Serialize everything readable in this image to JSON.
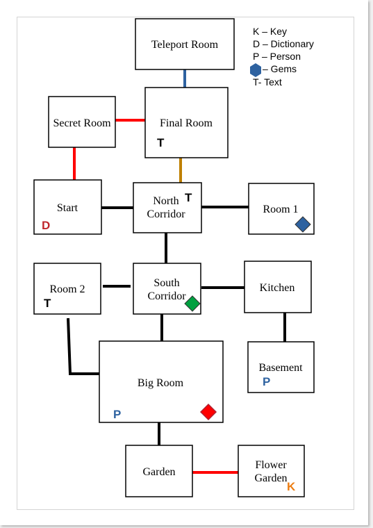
{
  "colors": {
    "red": "#ff0000",
    "blue": "#2e62a0",
    "brown": "#bf8000",
    "black": "#000000",
    "mark_red": "#c0272d",
    "mark_blue": "#2e62a0",
    "mark_orange": "#ed7d12",
    "gem_green": "#00a040",
    "gem_red": "#ff0000"
  },
  "legend": {
    "key": "K – Key",
    "dictionary": "D – Dictionary",
    "person": "P – Person",
    "gems": "– Gems",
    "text": "T- Text"
  },
  "rooms": [
    {
      "id": "teleport-room",
      "lines": [
        "Teleport Room"
      ]
    },
    {
      "id": "final-room",
      "lines": [
        "Final Room"
      ]
    },
    {
      "id": "secret-room",
      "lines": [
        "Secret Room"
      ]
    },
    {
      "id": "start",
      "lines": [
        "Start"
      ]
    },
    {
      "id": "north-corridor",
      "lines": [
        "North",
        "Corridor"
      ]
    },
    {
      "id": "room-1",
      "lines": [
        "Room  1"
      ]
    },
    {
      "id": "room-2",
      "lines": [
        "Room  2"
      ]
    },
    {
      "id": "south-corridor",
      "lines": [
        "South",
        "Corridor"
      ]
    },
    {
      "id": "kitchen",
      "lines": [
        "Kitchen"
      ]
    },
    {
      "id": "basement",
      "lines": [
        "Basement"
      ]
    },
    {
      "id": "big-room",
      "lines": [
        "Big Room"
      ]
    },
    {
      "id": "garden",
      "lines": [
        "Garden"
      ]
    },
    {
      "id": "flower-garden",
      "lines": [
        "Flower",
        "Garden"
      ]
    }
  ],
  "connections": [
    {
      "from": "teleport-room",
      "to": "final-room",
      "color": "blue"
    },
    {
      "from": "secret-room",
      "to": "final-room",
      "color": "red"
    },
    {
      "from": "secret-room",
      "to": "start",
      "color": "red"
    },
    {
      "from": "final-room",
      "to": "north-corridor",
      "color": "brown"
    },
    {
      "from": "start",
      "to": "north-corridor",
      "color": "black"
    },
    {
      "from": "north-corridor",
      "to": "room-1",
      "color": "black"
    },
    {
      "from": "north-corridor",
      "to": "south-corridor",
      "color": "black"
    },
    {
      "from": "room-2",
      "to": "south-corridor",
      "color": "black"
    },
    {
      "from": "south-corridor",
      "to": "kitchen",
      "color": "black"
    },
    {
      "from": "kitchen",
      "to": "basement",
      "color": "black"
    },
    {
      "from": "south-corridor",
      "to": "big-room",
      "color": "black"
    },
    {
      "from": "room-2",
      "to": "big-room",
      "color": "black"
    },
    {
      "from": "big-room",
      "to": "garden",
      "color": "black"
    },
    {
      "from": "garden",
      "to": "flower-garden",
      "color": "red"
    }
  ],
  "items": [
    {
      "room": "final-room",
      "label": "T",
      "color": "black"
    },
    {
      "room": "north-corridor",
      "label": "T",
      "color": "black"
    },
    {
      "room": "start",
      "label": "D",
      "color": "mark_red"
    },
    {
      "room": "room-1",
      "gem": "mark_blue"
    },
    {
      "room": "room-2",
      "label": "T",
      "color": "black"
    },
    {
      "room": "south-corridor",
      "gem": "gem_green"
    },
    {
      "room": "basement",
      "label": "P",
      "color": "mark_blue"
    },
    {
      "room": "big-room",
      "label": "P",
      "color": "mark_blue"
    },
    {
      "room": "big-room",
      "gem": "gem_red"
    },
    {
      "room": "flower-garden",
      "label": "K",
      "color": "mark_orange"
    }
  ]
}
